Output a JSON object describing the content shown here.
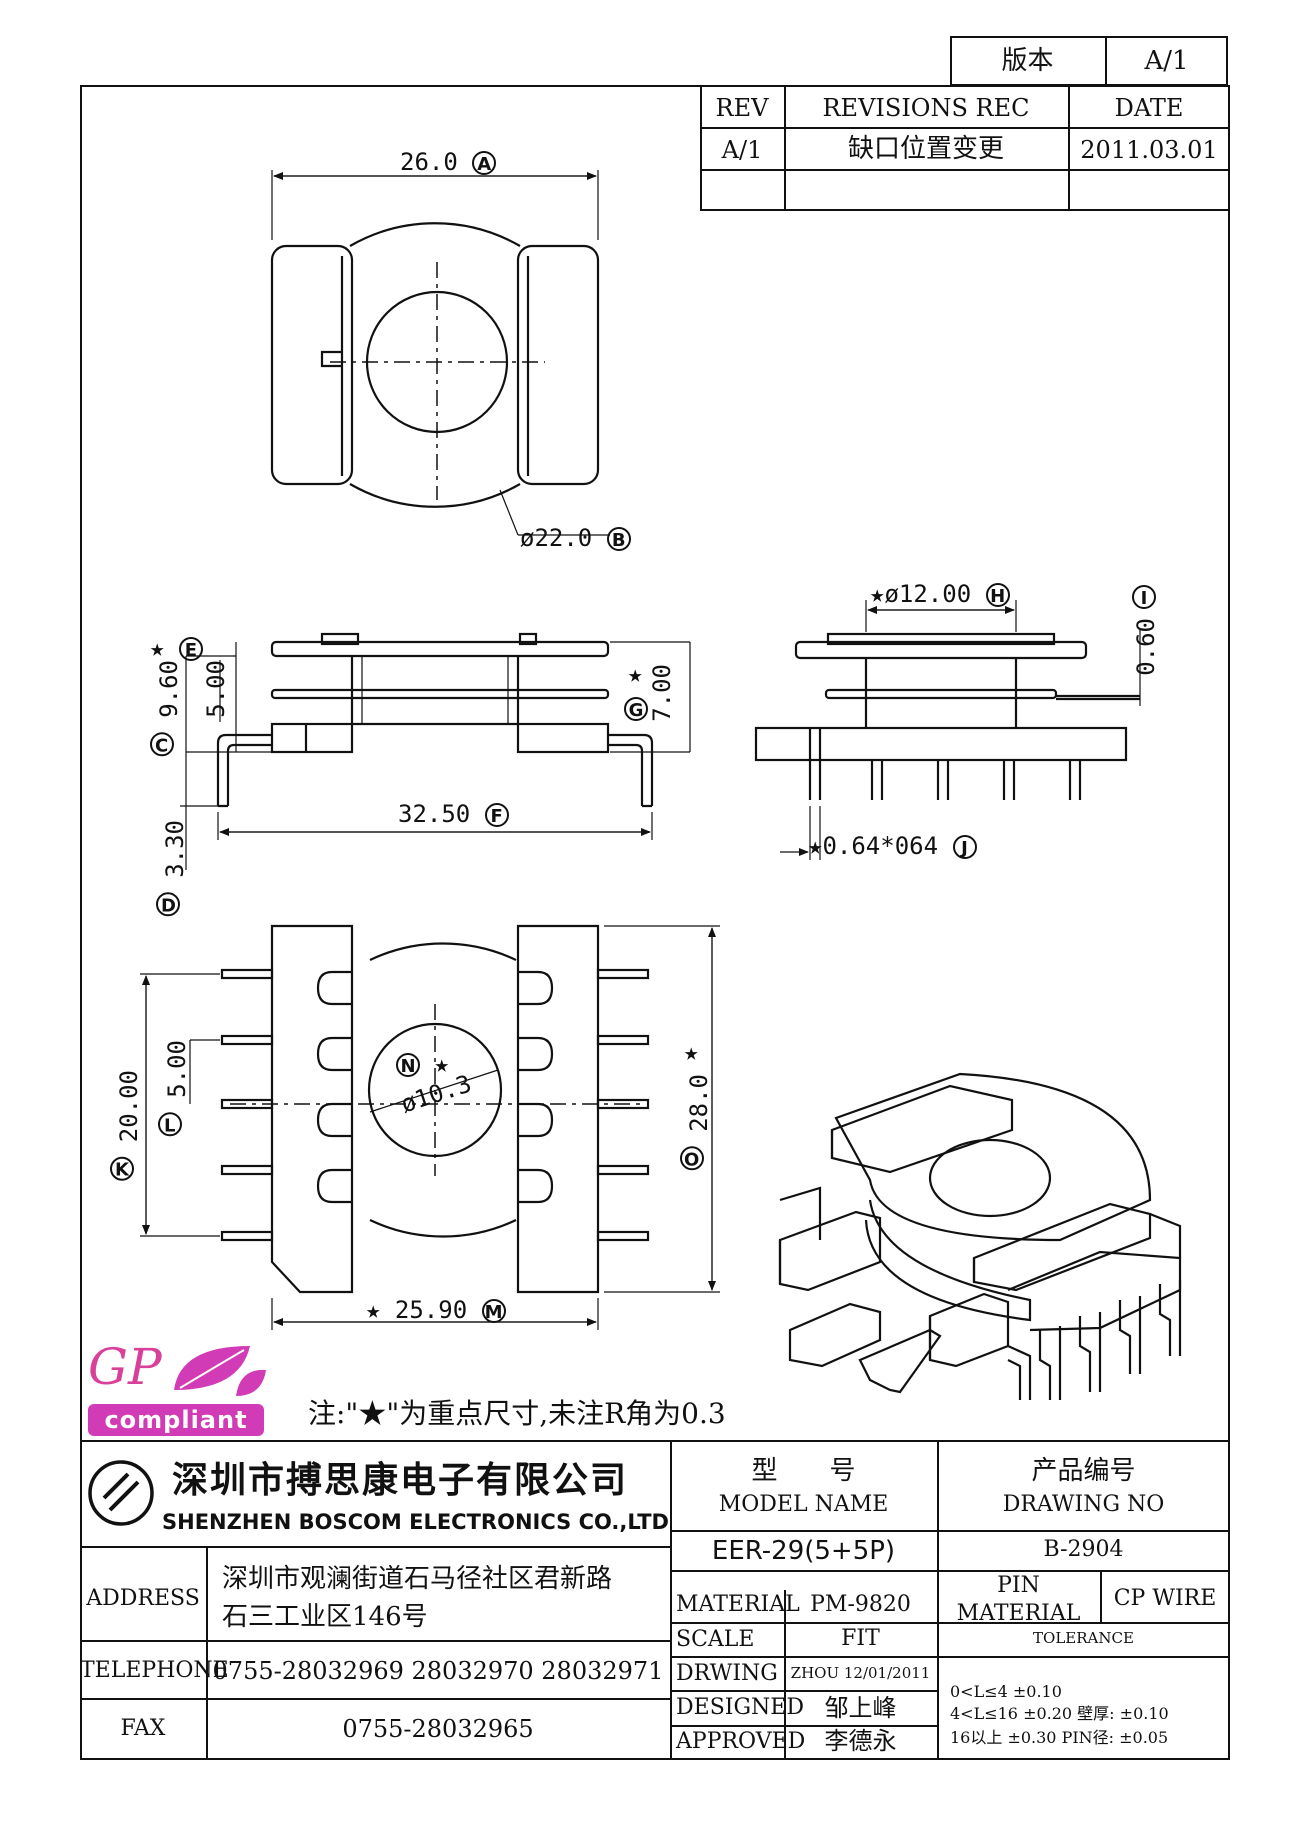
{
  "version_box": {
    "label": "版本",
    "value": "A/1"
  },
  "revisions": {
    "headers": [
      "REV",
      "REVISIONS REC",
      "DATE"
    ],
    "rows": [
      [
        "A/1",
        "缺口位置变更",
        "2011.03.01"
      ]
    ]
  },
  "dims": {
    "top_width": "26.0",
    "top_width_tag": "A",
    "top_dia": "ø22.0",
    "top_dia_tag": "B",
    "side_e_tag": "E",
    "side_9_60": "9.60",
    "side_9_60_tag": "C",
    "side_5_00": "5.00",
    "side_7_00": "7.00",
    "side_7_00_tag": "G",
    "side_32_50": "32.50",
    "side_32_50_tag": "F",
    "side_3_30": "3.30",
    "side_3_30_tag": "D",
    "right_dia": "★ø12.00",
    "right_dia_tag": "H",
    "right_0_60": "0.60",
    "right_0_60_tag": "I",
    "right_pin": "★0.64*064",
    "right_pin_tag": "J",
    "bottom_20_00": "20.00",
    "bottom_20_00_tag": "K",
    "bottom_5_00": "5.00",
    "bottom_5_00_tag": "L",
    "bottom_dia": "ø10.3",
    "bottom_dia_tag": "N",
    "bottom_28_0": "28.0",
    "bottom_28_0_tag": "O",
    "bottom_25_90": "★ 25.90",
    "bottom_25_90_tag": "M",
    "star": "★"
  },
  "gp_logo": {
    "text": "GP",
    "subtext": "compliant"
  },
  "note": "注:\"★\"为重点尺寸,未注R角为0.3",
  "company": {
    "name_cn": "深圳市搏思康电子有限公司",
    "name_en": "SHENZHEN BOSCOM ELECTRONICS CO.,LTD",
    "address_label": "ADDRESS",
    "address_line1": "深圳市观澜街道石马径社区君新路",
    "address_line2": "石三工业区146号",
    "telephone_label": "TELEPHONE",
    "telephone": "0755-28032969 28032970 28032971",
    "fax_label": "FAX",
    "fax": "0755-28032965"
  },
  "model": {
    "label_cn": "型　　号",
    "label_en": "MODEL NAME",
    "value": "EER-29(5+5P)",
    "material_label": "MATERIAL",
    "material": "PM-9820",
    "scale_label": "SCALE",
    "scale": "FIT",
    "drwing_label": "DRWING",
    "drwing": "ZHOU 12/01/2011",
    "designed_label": "DESIGNED",
    "designed": "邹上峰",
    "approved_label": "APPROVED",
    "approved": "李德永"
  },
  "drawing": {
    "label_cn": "产品编号",
    "label_en": "DRAWING NO",
    "value": "B-2904",
    "pin_material_label_1": "PIN",
    "pin_material_label_2": "MATERIAL",
    "pin_material": "CP WIRE",
    "tolerance_label": "TOLERANCE",
    "tol_1": "0<L≤4  ±0.10",
    "tol_2": "4<L≤16  ±0.20  壁厚:  ±0.10",
    "tol_3": "16以上     ±0.30  PIN径: ±0.05"
  }
}
